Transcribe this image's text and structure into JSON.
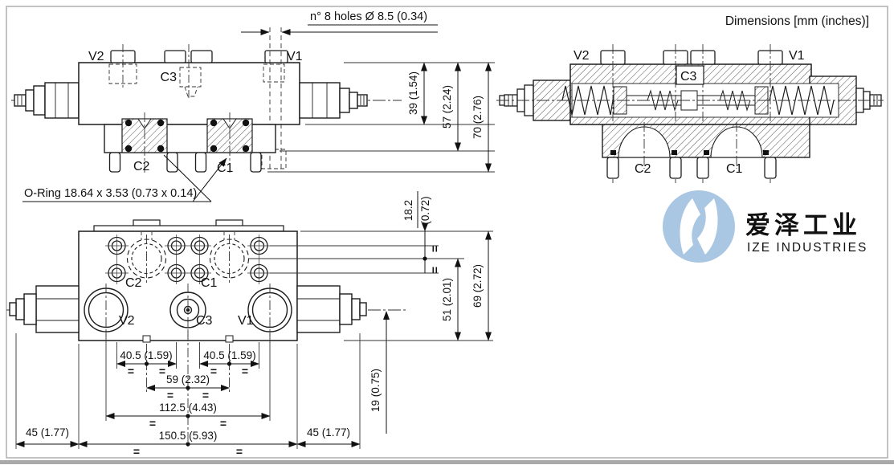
{
  "page": {
    "dimensions_note": "Dimensions [mm (inches)]"
  },
  "symbols": {
    "equal": "="
  },
  "watermark": {
    "logo_cn": "爱泽工业",
    "logo_en": "IZE INDUSTRIES"
  },
  "side_view": {
    "callout_holes": "n° 8 holes Ø 8.5 (0.34)",
    "callout_oring": "O-Ring 18.64 x 3.53 (0.73 x 0.14)",
    "label_v2": "V2",
    "label_c3": "C3",
    "label_v1": "V1",
    "label_c2": "C2",
    "label_c1": "C1",
    "dim_39": "39 (1.54)",
    "dim_57": "57 (2.24)",
    "dim_70": "70 (2.76)"
  },
  "section_view": {
    "label_v2": "V2",
    "label_c3": "C3",
    "label_v1": "V1",
    "label_c2": "C2",
    "label_c1": "C1"
  },
  "plan_view": {
    "label_c2": "C2",
    "label_c1": "C1",
    "label_v2": "V2",
    "label_c3": "C3",
    "label_v1": "V1",
    "dim_18_2_mm": "18.2",
    "dim_18_2_in": "(0.72)",
    "dim_51": "51 (2.01)",
    "dim_69": "69 (2.72)",
    "dim_19": "19 (0.75)",
    "dim_40_5_left": "40.5 (1.59)",
    "dim_40_5_right": "40.5 (1.59)",
    "dim_59": "59 (2.32)",
    "dim_112_5": "112.5 (4.43)",
    "dim_150_5": "150.5 (5.93)",
    "dim_45_left": "45 (1.77)",
    "dim_45_right": "45 (1.77)"
  },
  "colors": {
    "line": "#1c1c1c",
    "dim_note": "#4d6374",
    "frame": "#b3b3b3",
    "bottom_bar": "#a9a9a9",
    "watermark_blue": "#a9c6e2",
    "watermark_text": "#6f6f6f",
    "watermark_sub": "#a6a6a6"
  }
}
